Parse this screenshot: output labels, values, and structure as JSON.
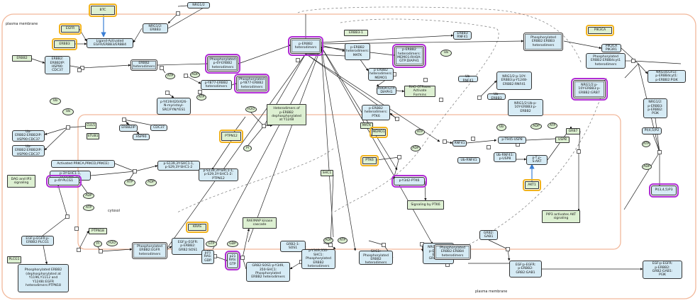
{
  "compartments": [
    {
      "id": "pm",
      "label": "plasma membrane",
      "label_bottom": "plasma membrane",
      "color": "#f2b89b"
    },
    {
      "id": "cy",
      "label": "cytosol",
      "color": "#f2b89b"
    }
  ],
  "nodes": [
    {
      "id": "n1",
      "type": "g",
      "hl": "o",
      "label": "BTC"
    },
    {
      "id": "n2",
      "type": "c",
      "label": "NRG1/2"
    },
    {
      "id": "n3",
      "type": "g",
      "hl": "o",
      "label": "EGFR"
    },
    {
      "id": "n4",
      "type": "g",
      "hl": "o",
      "label": "ERBB3"
    },
    {
      "id": "n5",
      "type": "c",
      "label": "NRG1/2:\nERBB3"
    },
    {
      "id": "n6",
      "type": "c",
      "label": "Ligand-Activated\nEGFR/ERBB3/ERBB4"
    },
    {
      "id": "n7",
      "type": "g",
      "label": "ERBB3-1"
    },
    {
      "id": "n8",
      "type": "g",
      "label": "ERBB2"
    },
    {
      "id": "n9",
      "type": "c",
      "label": "ERBB2:\nERBB2IP:\nHSP90:\nCDC37"
    },
    {
      "id": "n10",
      "type": "cc",
      "label": "ERBB2\nheterodimers"
    },
    {
      "id": "n11",
      "type": "cc",
      "hl": "p",
      "label": "Phosphorylated\np-6Y-ERBB2\nheterodimers"
    },
    {
      "id": "n12",
      "type": "cc",
      "hl": "p",
      "label": "p-ERBB2\nheterodimers"
    },
    {
      "id": "n13",
      "type": "c",
      "label": "p-ERBB2\nheterodimers:\nMATK"
    },
    {
      "id": "n14",
      "type": "cc",
      "hl": "p",
      "label": "p-ERBB2\nheterodimers:\nMEMO1:RHOA:\nGTP:DIAPH1"
    },
    {
      "id": "n15",
      "type": "c",
      "label": "ERBB3\nRNF41"
    },
    {
      "id": "n16",
      "type": "cc",
      "label": "Phosphorylated\nERBB2:ERBB3\nheterodimers"
    },
    {
      "id": "n17",
      "type": "g",
      "hl": "o",
      "label": "PIK3CA"
    },
    {
      "id": "n18",
      "type": "c",
      "label": "PIK3CA\nPIK3R1"
    },
    {
      "id": "n19",
      "type": "c",
      "label": "Phosphorylated\nERBB2:ERBB4cyt1\nheterodimers"
    },
    {
      "id": "n20",
      "type": "c",
      "label": "NRGs/EGFLs:\np-ERBB4cyt1:\np-ERBB2:PI3K"
    },
    {
      "id": "n21",
      "type": "ov",
      "label": "Ub"
    },
    {
      "id": "n22",
      "type": "ov",
      "label": "Ub"
    },
    {
      "id": "n23",
      "type": "c",
      "label": "p-ERBB2\nheterodimers:\nMEMO1"
    },
    {
      "id": "n24",
      "type": "c",
      "label": "RHOA:GTP:\nDIAPH1"
    },
    {
      "id": "n25",
      "type": "g",
      "label": "RHO GTPases\nActivate Formins"
    },
    {
      "id": "n26",
      "type": "c",
      "label": "Ub-RNF41"
    },
    {
      "id": "n27",
      "type": "c",
      "label": "NRG1/2:p-10Y-\nERBB3:p-Y1248-\nERBB2:RNF41"
    },
    {
      "id": "n28",
      "type": "cc",
      "hl": "p",
      "label": "NRG1/2:p-\n10Y-ERBB3:p-\nERBB2:GRB7"
    },
    {
      "id": "n29",
      "type": "c",
      "label": "p-Y877-ERBB2\nheterodimers"
    },
    {
      "id": "n30",
      "type": "cc",
      "hl": "p",
      "label": "Phosphorylated\np-Y877-ERBB2\nheterodimers"
    },
    {
      "id": "n31",
      "type": "c",
      "label": "p-Y419/420/426-\nN-myristoyl-\nSRC/FYN/YES1"
    },
    {
      "id": "n32",
      "type": "ov",
      "label": "ATP"
    },
    {
      "id": "n33",
      "type": "ov",
      "label": "ADP"
    },
    {
      "id": "n34",
      "type": "ov",
      "label": "ATP"
    },
    {
      "id": "n35",
      "type": "ov",
      "label": "Ub"
    },
    {
      "id": "n36",
      "type": "c",
      "label": "ERBB2IP"
    },
    {
      "id": "n37",
      "type": "c",
      "label": "HSP90"
    },
    {
      "id": "n38",
      "type": "c",
      "label": "CDC37"
    },
    {
      "id": "n39",
      "type": "g",
      "label": "CUL5"
    },
    {
      "id": "n40",
      "type": "g",
      "label": "STUB1"
    },
    {
      "id": "n41",
      "type": "c",
      "label": "Ub-ERBB2:ERBB2IP:\nHSP90:CDC37"
    },
    {
      "id": "n42",
      "type": "c",
      "label": "Ub-ERBB2:ERBB2IP:\nHSP90:CDC37"
    },
    {
      "id": "n43",
      "type": "ov",
      "label": "H2O"
    },
    {
      "id": "n44",
      "type": "g",
      "label": "Heterodimers of\np-ERBB2\ndephosphorylated\nat Y1248"
    },
    {
      "id": "n45",
      "type": "g",
      "hl": "o",
      "label": "PTPN12"
    },
    {
      "id": "n46",
      "type": "ov",
      "label": "Pi"
    },
    {
      "id": "n47",
      "type": "c",
      "label": "p-ERBB2\nheterodimers:\nPTK6"
    },
    {
      "id": "n48",
      "type": "g",
      "label": "MATK"
    },
    {
      "id": "n49",
      "type": "g",
      "hl": "o",
      "label": "MEMO1"
    },
    {
      "id": "n50",
      "type": "ov",
      "label": "ATP"
    },
    {
      "id": "n51",
      "type": "ov",
      "label": "ADP"
    },
    {
      "id": "n52",
      "type": "g",
      "hl": "o",
      "label": "PTK6"
    },
    {
      "id": "n53",
      "type": "c",
      "hl": "p",
      "label": "p-Y342-PTK6"
    },
    {
      "id": "n54",
      "type": "g",
      "label": "Signaling by PTK6"
    },
    {
      "id": "n55",
      "type": "c",
      "label": "RNF41"
    },
    {
      "id": "n56",
      "type": "ov",
      "label": "Ub"
    },
    {
      "id": "n57",
      "type": "c",
      "label": "p-T945-USP8"
    },
    {
      "id": "n58",
      "type": "c",
      "label": "Ub-RNF41"
    },
    {
      "id": "n59",
      "type": "c",
      "label": "Ub-RNF41:\np-USP8"
    },
    {
      "id": "n60",
      "type": "c",
      "label": "NRG1/2:Ub-p-\n10Y-ERBB3:p-\nERBB2"
    },
    {
      "id": "n61",
      "type": "c",
      "label": "Ub-ERBB3"
    },
    {
      "id": "n62",
      "type": "g",
      "label": "USP8"
    },
    {
      "id": "n63",
      "type": "ov",
      "label": "ADP"
    },
    {
      "id": "n64",
      "type": "ov",
      "label": "ATP"
    },
    {
      "id": "n65",
      "type": "c",
      "label": "p-T,p-\nS-AKT"
    },
    {
      "id": "n66",
      "type": "g",
      "hl": "o",
      "label": "AKT1"
    },
    {
      "id": "n67",
      "type": "g",
      "label": "PIP3 activates AKT\nsignaling"
    },
    {
      "id": "n68",
      "type": "g",
      "label": "GRB7"
    },
    {
      "id": "n69",
      "type": "c",
      "label": "NRG1/2:\np-ERBB3:\np-ERBB2:\nPI3K"
    },
    {
      "id": "n70",
      "type": "c",
      "label": "PI(4,5)P2"
    },
    {
      "id": "n71",
      "type": "ov",
      "label": "ATP"
    },
    {
      "id": "n72",
      "type": "ov",
      "label": "ADP"
    },
    {
      "id": "n73",
      "type": "c",
      "hl": "p",
      "label": "PI(3,4,5)P3"
    },
    {
      "id": "n74",
      "type": "c",
      "label": "Activated PRKCA,PRKCD,PRKCE)"
    },
    {
      "id": "n75",
      "type": "c",
      "label": "p-3Y-SHC1-1,\np-3Y-SHC1-2"
    },
    {
      "id": "n76",
      "type": "c",
      "label": "p-S139,3Y-SHC1-1,\np-S29,3Y-SHC1-2"
    },
    {
      "id": "n77",
      "type": "c",
      "label": "p-S139,3Y-SHC1-1,\np-S29,3Y-SHC1-2:\nPTPN12"
    },
    {
      "id": "n78",
      "type": "ov",
      "label": "ATP"
    },
    {
      "id": "n79",
      "type": "ov",
      "label": "ADP"
    },
    {
      "id": "n80",
      "type": "g",
      "label": "SHC1"
    },
    {
      "id": "n81",
      "type": "g",
      "label": "DAG and IP3\nsignaling"
    },
    {
      "id": "n82",
      "type": "c",
      "hl": "p",
      "label": "p-4Y-PLCG1"
    },
    {
      "id": "n83",
      "type": "ov",
      "label": "ADP"
    },
    {
      "id": "n84",
      "type": "ov",
      "label": "ATP"
    },
    {
      "id": "n85",
      "type": "c",
      "label": "EGF:p-EGFR:p-\nERBB2:PLCG1"
    },
    {
      "id": "n86",
      "type": "g",
      "label": "PLCG1"
    },
    {
      "id": "n87",
      "type": "g",
      "label": "PTPN18"
    },
    {
      "id": "n88",
      "type": "ov",
      "label": "Pi"
    },
    {
      "id": "n89",
      "type": "ov",
      "label": "H2O"
    },
    {
      "id": "n90",
      "type": "cc",
      "label": "Phosphorylated\nERBB2:EGFR\nheterodimers"
    },
    {
      "id": "n91",
      "type": "c",
      "label": "Phosphorylated ERBB2\n(dephosphorylated at\nY1196,Y1112 and\nY1248):EGFR\nheterodimers:PTPN18"
    },
    {
      "id": "n92",
      "type": "g",
      "hl": "o",
      "label": "KRAS"
    },
    {
      "id": "n93",
      "type": "c",
      "label": "EGF:p-EGFR:\np-ERBB2:\nGRB2:SOS1"
    },
    {
      "id": "n94",
      "type": "g",
      "label": "RAF/MAP kinase\ncascade"
    },
    {
      "id": "n95",
      "type": "c",
      "label": "p21\nRAS:\nGDP"
    },
    {
      "id": "n96",
      "type": "c",
      "hl": "p",
      "label": "p21\nRAS:\nGTP"
    },
    {
      "id": "n97",
      "type": "ov",
      "label": "GTP"
    },
    {
      "id": "n98",
      "type": "ov",
      "label": "GDP"
    },
    {
      "id": "n99",
      "type": "c",
      "label": "GRB2-1:\nSOS1"
    },
    {
      "id": "n100",
      "type": "c",
      "label": "GRB2:SOS1:p-Y349,\n350-SHC1:\nPhosphorylated\nERBB2 heterodimers"
    },
    {
      "id": "n101",
      "type": "c",
      "label": "p-Y349,350-\nSHC1:\nPhosphorylated\nERBB2 heterodimers"
    },
    {
      "id": "n102",
      "type": "ov",
      "label": "ADP"
    },
    {
      "id": "n103",
      "type": "ov",
      "label": "ATP"
    },
    {
      "id": "n104",
      "type": "c",
      "label": "SHC1:\nPhosphorylated\nERBB2 heterodimers"
    },
    {
      "id": "n105",
      "type": "c",
      "label": "NRGs/EGFLs:\np-ERBB4:p-\nERBB2:\nGRB2:SOS1"
    },
    {
      "id": "n106",
      "type": "cc",
      "label": "Phosphorylated\nERBB2:ERBB4\nheterodimers"
    },
    {
      "id": "n107",
      "type": "c",
      "label": "GRB2:\nGAB1"
    },
    {
      "id": "n108",
      "type": "c",
      "label": "EGF:p-EGFR:\np-ERBB2:\nGRB2:GAB1"
    },
    {
      "id": "n109",
      "type": "c",
      "label": "EGF:p-EGFR:\np-ERBB2:\nGRB2:GAB1:\nPI3K"
    }
  ]
}
